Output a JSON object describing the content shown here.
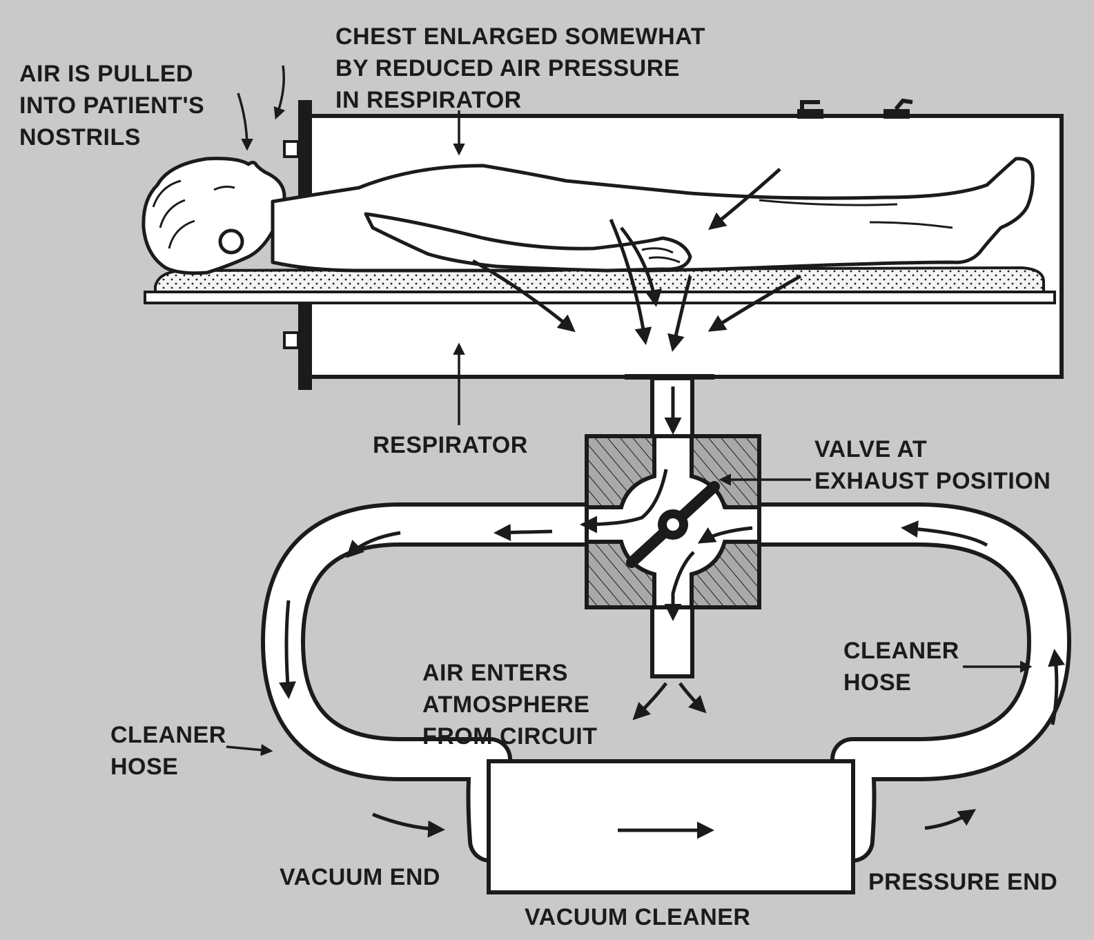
{
  "labels": {
    "air_pulled": [
      "AIR IS PULLED",
      "INTO PATIENT'S",
      "NOSTRILS"
    ],
    "chest_enlarged": [
      "CHEST ENLARGED SOMEWHAT",
      "BY REDUCED AIR PRESSURE",
      "IN RESPIRATOR"
    ],
    "respirator": "RESPIRATOR",
    "valve": [
      "VALVE AT",
      "EXHAUST POSITION"
    ],
    "air_enters": [
      "AIR ENTERS",
      "ATMOSPHERE",
      "FROM CIRCUIT"
    ],
    "hose_left": [
      "CLEANER",
      "HOSE"
    ],
    "hose_right": [
      "CLEANER",
      "HOSE"
    ],
    "vacuum_end": "VACUUM END",
    "pressure_end": "PRESSURE END",
    "vacuum_cleaner": "VACUUM CLEANER"
  },
  "colors": {
    "background": "#c9c9c9",
    "ink": "#1b1b1b",
    "fill": "#ffffff"
  }
}
